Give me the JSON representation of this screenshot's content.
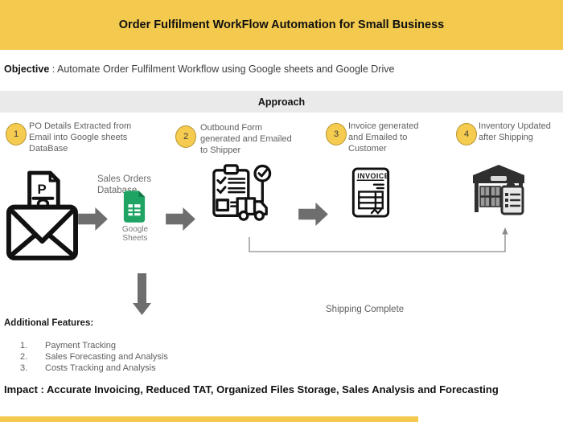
{
  "header": {
    "title": "Order Fulfilment WorkFlow Automation for Small Business"
  },
  "objective": {
    "label": "Objective",
    "text": " : Automate Order Fulfilment Workflow using Google sheets and Google Drive"
  },
  "approach": {
    "heading": "Approach"
  },
  "steps": [
    {
      "number": "1",
      "text": "PO Details Extracted from Email into Google sheets DataBase"
    },
    {
      "number": "2",
      "text": "Outbound Form generated and Emailed to Shipper"
    },
    {
      "number": "3",
      "text": "Invoice generated and Emailed to Customer"
    },
    {
      "number": "4",
      "text": "Inventory Updated after Shipping"
    }
  ],
  "flow": {
    "po_document_letter": "P",
    "sheets_title": "Sales Orders Database",
    "sheets_caption": "Google Sheets",
    "invoice_label": "INVOICE",
    "shipping_complete_label": "Shipping Complete"
  },
  "additional_features": {
    "heading": "Additional Features:",
    "items": [
      {
        "number": "1.",
        "text": "Payment Tracking"
      },
      {
        "number": "2.",
        "text": "Sales Forecasting and Analysis"
      },
      {
        "number": "3.",
        "text": "Costs Tracking and Analysis"
      }
    ]
  },
  "impact": {
    "label": "Impact",
    "text": " : Accurate Invoicing, Reduced TAT, Organized Files Storage, Sales Analysis and Forecasting"
  },
  "colors": {
    "banner_yellow": "#F3C94E",
    "approach_gray": "#EAEAEA",
    "step_circle_fill": "#F5CB50",
    "step_circle_border": "#B7952F",
    "arrow_gray": "#6E6E6E",
    "connector_gray": "#8A8A8A",
    "sheets_green": "#1FA463",
    "body_text_gray": "#5F5F5F"
  }
}
